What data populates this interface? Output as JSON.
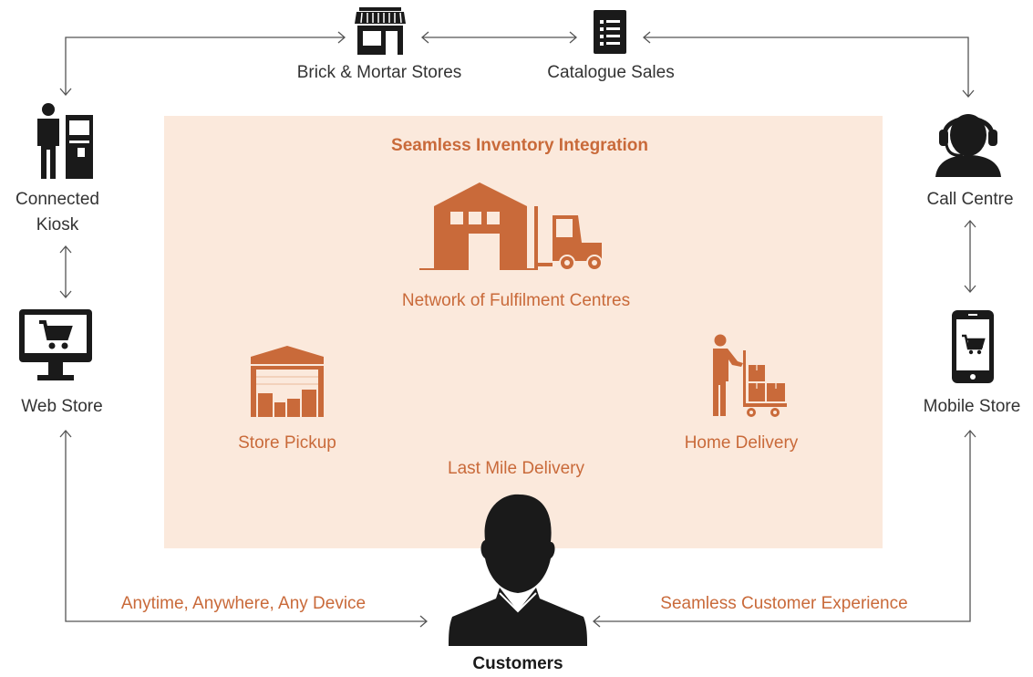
{
  "colors": {
    "accent": "#c96a3a",
    "panel_bg": "#fbe9dc",
    "icon_dark": "#1a1a1a",
    "line": "#555555"
  },
  "center": {
    "title": "Seamless Inventory Integration",
    "fulfilment_label": "Network of Fulfilment Centres",
    "store_pickup_label": "Store Pickup",
    "home_delivery_label": "Home Delivery",
    "last_mile_label": "Last Mile Delivery"
  },
  "channels": {
    "brick_mortar": {
      "label": "Brick & Mortar Stores",
      "icon": "storefront-icon"
    },
    "catalogue": {
      "label": "Catalogue Sales",
      "icon": "catalogue-list-icon"
    },
    "kiosk": {
      "label_line1": "Connected",
      "label_line2": "Kiosk",
      "icon": "kiosk-icon"
    },
    "call_centre": {
      "label": "Call Centre",
      "icon": "headset-agent-icon"
    },
    "web_store": {
      "label": "Web Store",
      "icon": "monitor-cart-icon"
    },
    "mobile_store": {
      "label": "Mobile Store",
      "icon": "phone-cart-icon"
    }
  },
  "customers": {
    "label": "Customers",
    "icon": "customer-silhouette-icon"
  },
  "flows": {
    "left_caption": "Anytime, Anywhere, Any Device",
    "right_caption": "Seamless Customer Experience"
  }
}
